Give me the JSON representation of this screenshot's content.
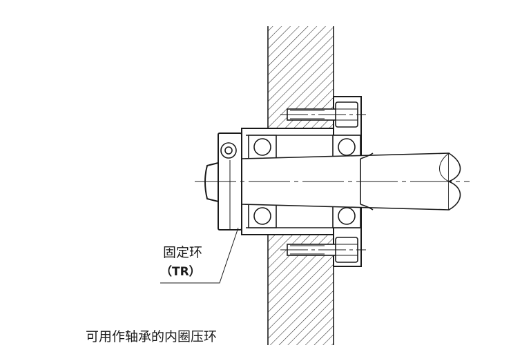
{
  "labels": {
    "part_name": "固定环",
    "part_code": "（TR）",
    "caption": "可用作轴承的内圈压环"
  },
  "colors": {
    "line": "#1a1a1a",
    "background": "#ffffff",
    "hatch": "#2a2a2a"
  }
}
